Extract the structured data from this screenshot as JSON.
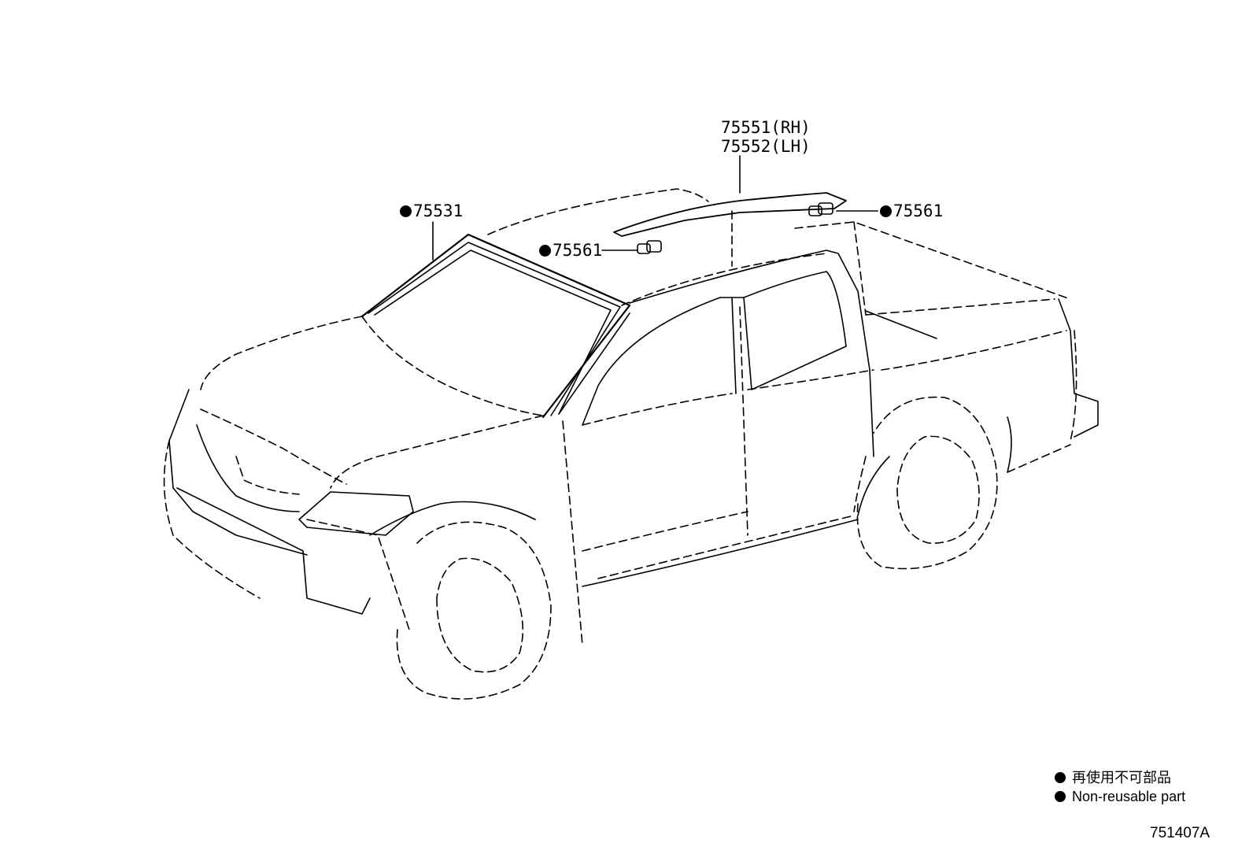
{
  "callouts": {
    "roof_moulding_rh": "75551(RH)",
    "roof_moulding_lh": "75552(LH)",
    "windshield_moulding": "75531",
    "clip_left": "75561",
    "clip_right": "75561"
  },
  "legend": {
    "line_jp": "再使用不可部品",
    "line_en": "Non-reusable part"
  },
  "figure_id": "751407A"
}
